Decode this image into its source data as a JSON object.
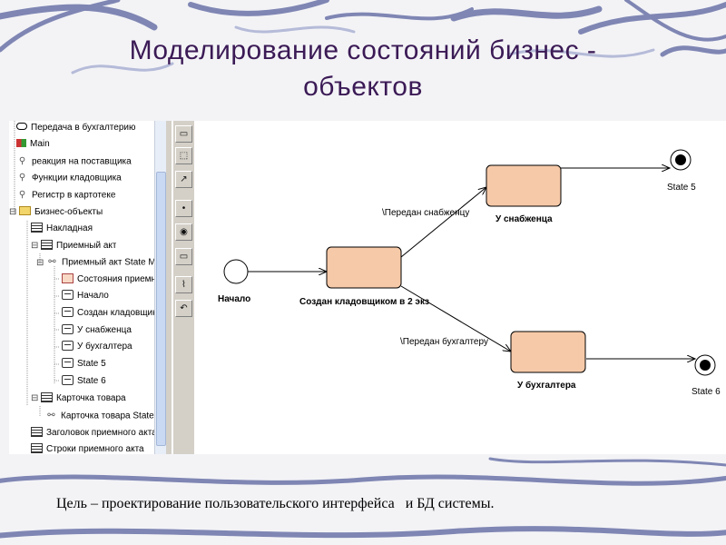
{
  "slide": {
    "title_line1": "Моделирование состояний бизнес -",
    "title_line2": "объектов",
    "footer": "Цель – проектирование пользовательского интерфейса   и БД системы."
  },
  "tree": {
    "items": [
      {
        "label": "Передача в бухгалтерию",
        "icon": "ellipse-icon"
      },
      {
        "label": "Main",
        "icon": "main-diagram-icon"
      },
      {
        "label": "реакция на поставщика",
        "icon": "business-worker-icon"
      },
      {
        "label": "Функции кладовщика",
        "icon": "business-worker-icon"
      },
      {
        "label": "Регистр в картотеке",
        "icon": "business-worker-icon"
      },
      {
        "label": "Бизнес-объекты",
        "icon": "folder-icon",
        "expander": "⊟"
      },
      {
        "label": "Накладная",
        "icon": "entity-icon"
      },
      {
        "label": "Приемный акт",
        "icon": "entity-icon",
        "expander": "⊟"
      },
      {
        "label": "Приемный акт State Ma",
        "icon": "statemachine-icon",
        "expander": "⊟"
      },
      {
        "label": "Состояния приемно",
        "icon": "statechart-diagram-icon"
      },
      {
        "label": "Начало",
        "icon": "state-icon"
      },
      {
        "label": "Создан кладовщико",
        "icon": "state-icon"
      },
      {
        "label": "У снабженца",
        "icon": "state-icon"
      },
      {
        "label": "У бухгалтера",
        "icon": "state-icon"
      },
      {
        "label": "State 5",
        "icon": "state-icon"
      },
      {
        "label": "State 6",
        "icon": "state-icon"
      },
      {
        "label": "Карточка товара",
        "icon": "entity-icon",
        "expander": "⊟"
      },
      {
        "label": "Карточка товара State",
        "icon": "statemachine-icon"
      },
      {
        "label": "Заголовок приемного акта",
        "icon": "entity-icon"
      },
      {
        "label": "Строки приемного акта",
        "icon": "entity-icon"
      }
    ]
  },
  "toolbar": {
    "tools": [
      "▭",
      "⬚",
      "↗",
      "•",
      "◉",
      "▭",
      "⌇",
      "↶"
    ],
    "names": [
      "text-box-tool-icon",
      "note-tool-icon",
      "transition-tool-icon",
      "start-state-tool-icon",
      "end-state-tool-icon",
      "state-tool-icon",
      "self-transition-tool-icon",
      "undo-tool-icon"
    ]
  },
  "diagram": {
    "start_label": "Начало",
    "created_label": "Создан кладовщиком в 2 экз",
    "supplier_label": "У снабженца",
    "accountant_label": "У бухгалтера",
    "state5_label": "State 5",
    "state6_label": "State 6",
    "transition_supplier": "\\Передан снабженцу",
    "transition_accountant": "\\Передан бухгалтеру",
    "state_fill": "#f6c9a8",
    "state_stroke": "#000000"
  }
}
